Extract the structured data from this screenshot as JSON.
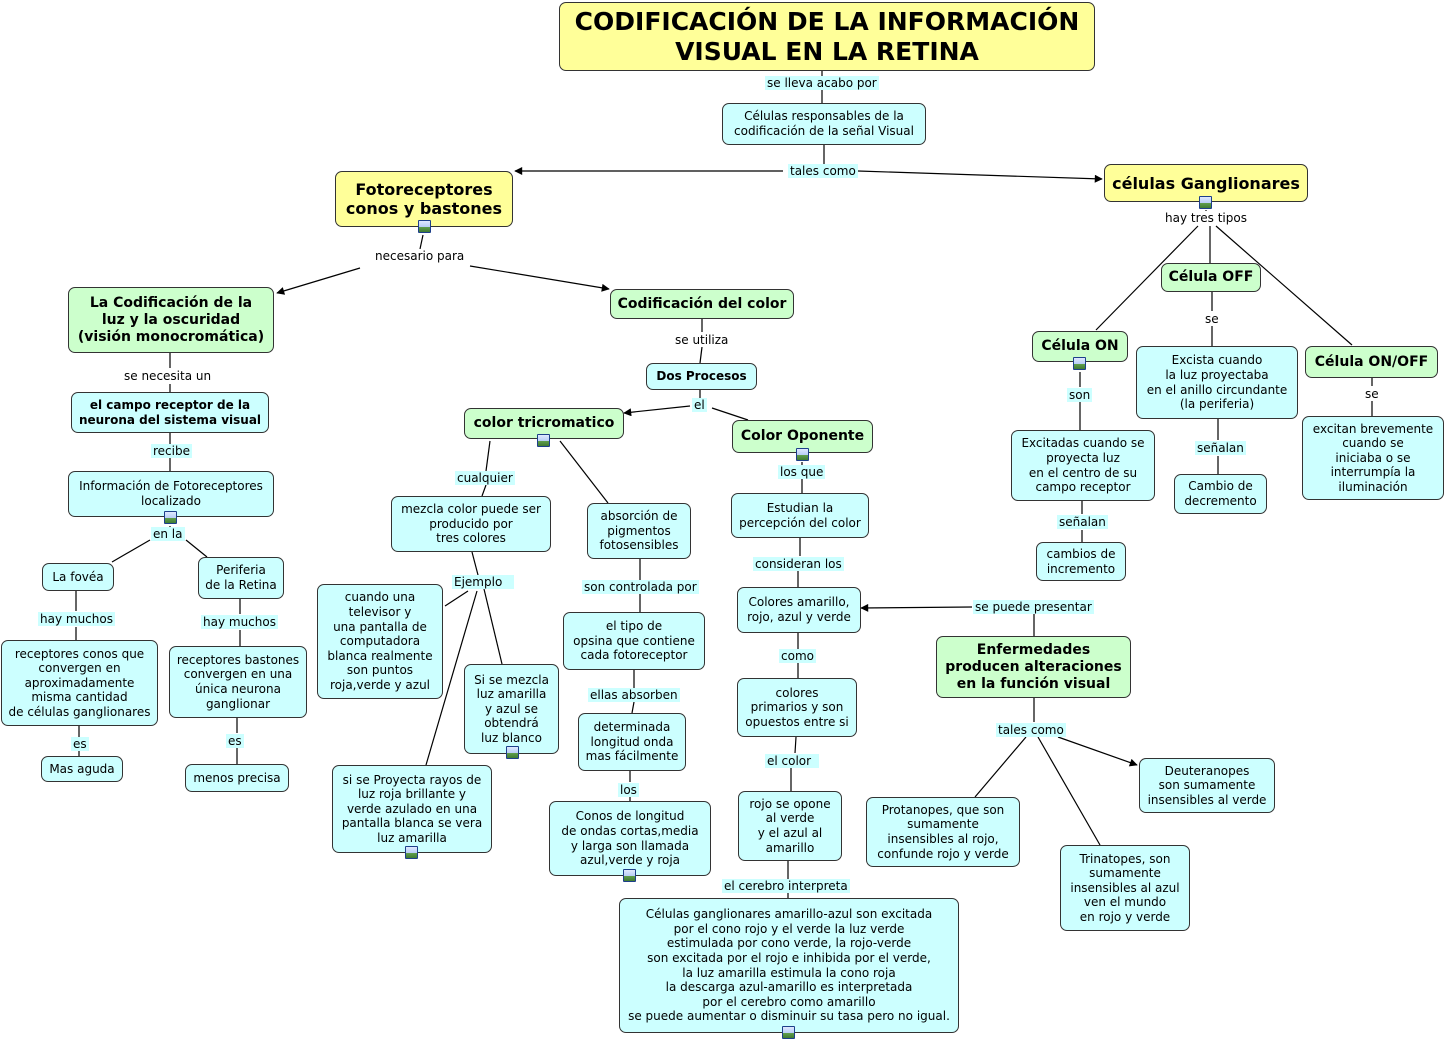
{
  "title": "CODIFICACIÓN DE LA INFORMACIÓN\nVISUAL EN LA RETINA",
  "nodes": {
    "celulas_resp": "Células responsables de la\ncodificación de la señal Visual",
    "fotoreceptores": "Fotoreceptores\nconos y bastones",
    "ganglionares": "células Ganglionares",
    "codif_luz": "La Codificación de la\nluz y la oscuridad\n(visión monocromática)",
    "codif_color": "Codificación del color",
    "campo_receptor": "el campo receptor de la\nneurona del sistema visual",
    "info_foto": "Información de Fotoreceptores\nlocalizado",
    "fovea": "La fovéa",
    "periferia": "Periferia\nde la Retina",
    "receptores_conos": "receptores conos que\nconvergen en\naproximadamente\nmisma cantidad\nde células ganglionares",
    "receptores_bastones": "receptores bastones\nconvergen en una\núnica neurona\nganglionar",
    "mas_aguda": "Mas aguda",
    "menos_precisa": "menos precisa",
    "dos_procesos": "Dos Procesos",
    "tricromatico": "color tricromatico",
    "oponente": "Color Oponente",
    "mezcla": "mezcla color puede ser\nproducido por\ntres colores",
    "absorcion": "absorción de\npigmentos\nfotosensibles",
    "televisor": "cuando una\ntelevisor y\nuna pantalla de\ncomputadora\nblanca realmente\nson puntos\nroja,verde y azul",
    "mezcla_amarilla": "Si se mezcla\nluz amarilla\ny azul se\nobtendrá\nluz blanco",
    "proyecta": "si se Proyecta rayos de\nluz roja brillante y\nverde azulado en una\npantalla blanca se vera\nluz amarilla",
    "opsina": "el tipo de\nopsina que contiene\ncada fotoreceptor",
    "longitud": "determinada\nlongitud onda\nmas fácilmente",
    "conos_long": "Conos de longitud\nde ondas cortas,media\ny larga son llamada\nazul,verde y roja",
    "estudian": "Estudian la\npercepción del color",
    "colores": "Colores amarillo,\nrojo, azul y verde",
    "opuestos": "colores\nprimarios y son\nopuestos entre si",
    "rojo_opone": "rojo se opone\nal verde\ny el azul al\namarillo",
    "ganglionares_texto": "Células ganglionares amarillo-azul son excitada\npor el cono rojo y el verde la luz verde\nestimulada por cono verde, la rojo-verde\nson excitada por el rojo e inhibida por el verde,\nla luz amarilla estimula la cono roja\nla descarga azul-amarillo es interpretada\npor el cerebro como amarillo\nse puede aumentar o disminuir su tasa pero no igual.",
    "cel_on": "Célula ON",
    "cel_off": "Célula OFF",
    "cel_onoff": "Célula ON/OFF",
    "excitadas": "Excitadas cuando se\nproyecta luz\nen el centro de su\ncampo receptor",
    "incremento": "cambios de\nincremento",
    "excista": "Excista cuando\nla luz proyectaba\nen el anillo circundante\n(la periferia)",
    "decremento": "Cambio de\ndecremento",
    "excitan": "excitan brevemente\ncuando se\niniciaba o se\ninterrumpía la\niluminación",
    "enfermedades": "Enfermedades\nproducen alteraciones\nen la función visual",
    "protanopes": "Protanopes, que son\nsumamente\ninsensibles al rojo,\nconfunde rojo y verde",
    "deuteranopes": "Deuteranopes\nson sumamente\ninsensibles al verde",
    "trinatopes": "Trinatopes, son\nsumamente\ninsensibles al azul\nven el mundo\nen rojo y verde"
  },
  "labels": {
    "se_lleva": "se lleva acabo por",
    "tales_como_1": "tales como",
    "hay_tres": "hay tres tipos",
    "necesario": "necesario para",
    "se_necesita": "se necesita un",
    "recibe": "recibe",
    "en_la": "en la",
    "hay_muchos_1": "hay muchos",
    "hay_muchos_2": "hay muchos",
    "es_1": "es",
    "es_2": "es",
    "se_utiliza": "se utiliza",
    "el": "el",
    "cualquier": "cualquier",
    "ejemplo": "Ejemplo",
    "son_controlada": "son controlada por",
    "ellas_absorben": "ellas absorben",
    "los": "los",
    "los_que": "los que",
    "consideran": "consideran los",
    "como": "como",
    "el_color": "el color",
    "cerebro": "el cerebro interpreta",
    "se_puede": "se puede presentar",
    "tales_como_2": "tales como",
    "son": "son",
    "se_1": "se",
    "se_2": "se",
    "senalan_1": "señalan",
    "senalan_2": "señalan"
  }
}
